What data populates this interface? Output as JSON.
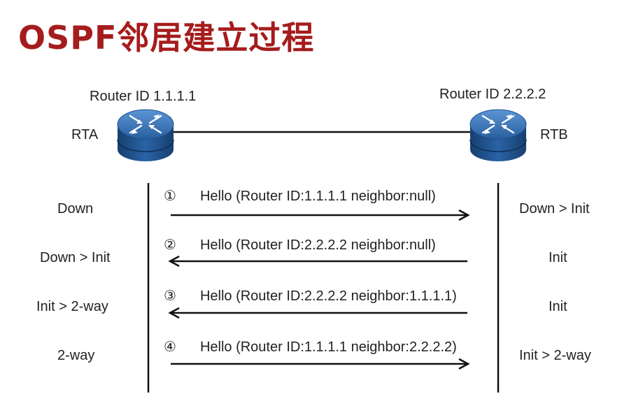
{
  "title": "OSPF邻居建立过程",
  "routers": {
    "a": {
      "id_label": "Router ID 1.1.1.1",
      "name": "RTA"
    },
    "b": {
      "id_label": "Router ID 2.2.2.2",
      "name": "RTB"
    }
  },
  "messages": [
    {
      "num": "①",
      "text": "Hello (Router ID:1.1.1.1  neighbor:null)",
      "direction": "right",
      "left_state": "Down",
      "right_state": "Down > Init"
    },
    {
      "num": "②",
      "text": "Hello (Router ID:2.2.2.2 neighbor:null)",
      "direction": "left",
      "left_state": "Down > Init",
      "right_state": "Init"
    },
    {
      "num": "③",
      "text": "Hello (Router ID:2.2.2.2 neighbor:1.1.1.1)",
      "direction": "left",
      "left_state": "Init > 2-way",
      "right_state": "Init"
    },
    {
      "num": "④",
      "text": "Hello (Router ID:1.1.1.1  neighbor:2.2.2.2)",
      "direction": "right",
      "left_state": "2-way",
      "right_state": "Init >  2-way"
    }
  ],
  "colors": {
    "title": "#a51c1c",
    "router_top": "#3d74b5",
    "router_body": "#1d4e8f",
    "line": "#111111"
  }
}
